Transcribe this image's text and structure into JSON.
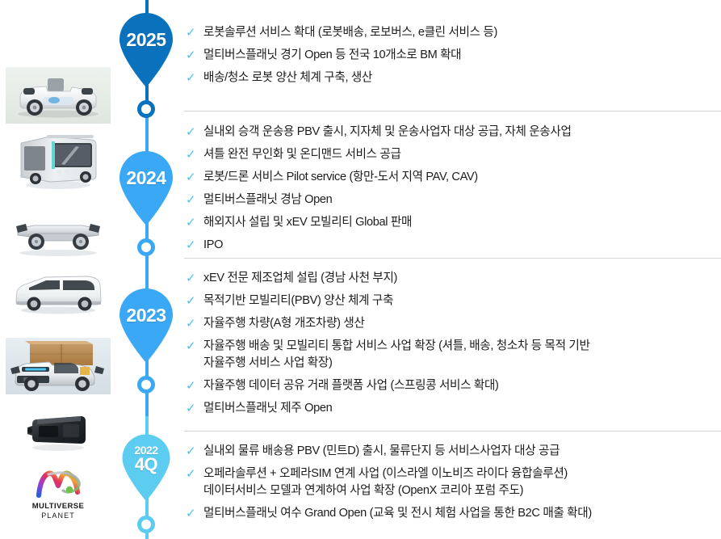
{
  "palette": {
    "year_2025": "#0a72bd",
    "year_2024": "#3aa8f5",
    "year_2023": "#3aa8f5",
    "year_2022": "#5ccdf0",
    "spine_dark": "#0a72bd",
    "spine_mid": "#3aa8f5",
    "spine_light": "#5ccdf0",
    "check": "#45c3f0",
    "text": "#1c1c1c",
    "divider": "#d4d4d4"
  },
  "check_glyph": "✓",
  "timeline": {
    "sections": [
      {
        "id": "2025",
        "pin_label": "2025",
        "pin_label_secondary": "",
        "items": [
          "로봇솔루션 서비스 확대 (로봇배송, 로보버스, e클린 서비스 등)",
          "멀티버스플래닛 경기 Open 등 전국 10개소로 BM 확대",
          "배송/청소 로봇 양산 체계 구축, 생산"
        ]
      },
      {
        "id": "2024",
        "pin_label": "2024",
        "pin_label_secondary": "",
        "items": [
          "실내외 승객 운송용 PBV 출시, 지자체 및 운송사업자 대상 공급, 자체 운송사업",
          "셔틀 완전 무인화 및 온디맨드 서비스 공급",
          "로봇/드론 서비스 Pilot service (항만-도서 지역 PAV, CAV)",
          "멀티버스플래닛 경남 Open",
          "해외지사 설립 및 xEV 모빌리티 Global 판매",
          "IPO"
        ]
      },
      {
        "id": "2023",
        "pin_label": "2023",
        "pin_label_secondary": "",
        "items": [
          "xEV 전문 제조업체 설립 (경남 사천 부지)",
          "목적기반 모빌리티(PBV) 양산 체계 구축",
          "자율주행 차량(A형 개조차량) 생산",
          "자율주행 배송 및 모빌리티 통합 서비스 사업 확장 (셔틀, 배송, 청소차 등 목적 기반\n자율주행 서비스 사업 확장)",
          "자율주행 데이터 공유 거래 플랫폼 사업 (스프링콩 서비스 확대)",
          "멀티버스플래닛 제주 Open"
        ]
      },
      {
        "id": "2022-4q",
        "pin_label": "2022",
        "pin_label_secondary": "4Q",
        "items": [
          "실내외 물류 배송용 PBV (민트D) 출시, 물류단지 등 서비스사업자 대상 공급",
          "오페라솔루션 + 오페라SIM 연계 사업 (이스라엘 이노비즈 라이다 융합솔루션)\n데이터서비스 모델과 연계하여 사업 확장 (OpenX 코리아 포럼 주도)",
          "멀티버스플래닛 여수 Grand Open (교육 및 전시 체험 사업을 통한 B2C 매출 확대)"
        ]
      }
    ]
  },
  "gallery": {
    "items": [
      {
        "name": "roadster-chassis-photo",
        "caption": ""
      },
      {
        "name": "autonomous-shuttle-bus-photo",
        "caption": ""
      },
      {
        "name": "skateboard-platform-photo",
        "caption": ""
      },
      {
        "name": "white-van-photo",
        "caption": ""
      },
      {
        "name": "delivery-pbv-cargo-photo",
        "caption": ""
      },
      {
        "name": "lidar-module-photo",
        "caption": ""
      }
    ]
  },
  "logo": {
    "name": "multiverse-planet-logo",
    "line1": "MULTIVERSE",
    "line2": "PLANET"
  }
}
